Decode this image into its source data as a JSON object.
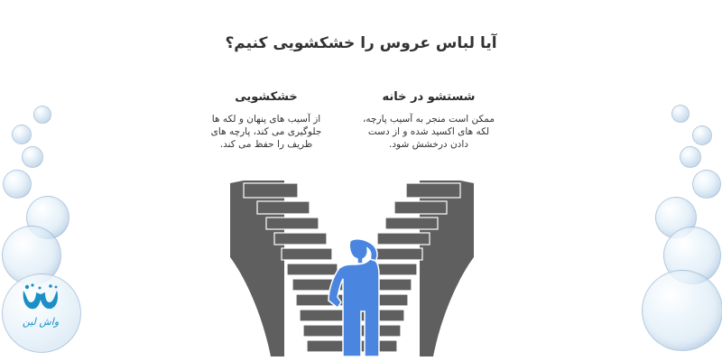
{
  "title": "آیا لباس عروس را خشکشویی کنیم؟",
  "columns": {
    "dry_cleaning": {
      "heading": "خشکشویی",
      "text": "از آسیب های پنهان و لکه ها جلوگیری می کند، پارچه های ظریف را حفظ می کند."
    },
    "home_washing": {
      "heading": "شستشو در خانه",
      "text": "ممکن است منجر به آسیب پارچه، لکه های اکسید شده و از دست دادن درخشش شود."
    }
  },
  "logo": {
    "text": "واش لین",
    "icon": "water-splash-w-logo-icon",
    "color": "#1b8fc7"
  },
  "illustration": {
    "icon": "person-at-forked-staircase-icon",
    "stair_color": "#5f5f5f",
    "person_color": "#4a86e0"
  },
  "decorations": {
    "icon": "soap-bubbles-icon"
  }
}
